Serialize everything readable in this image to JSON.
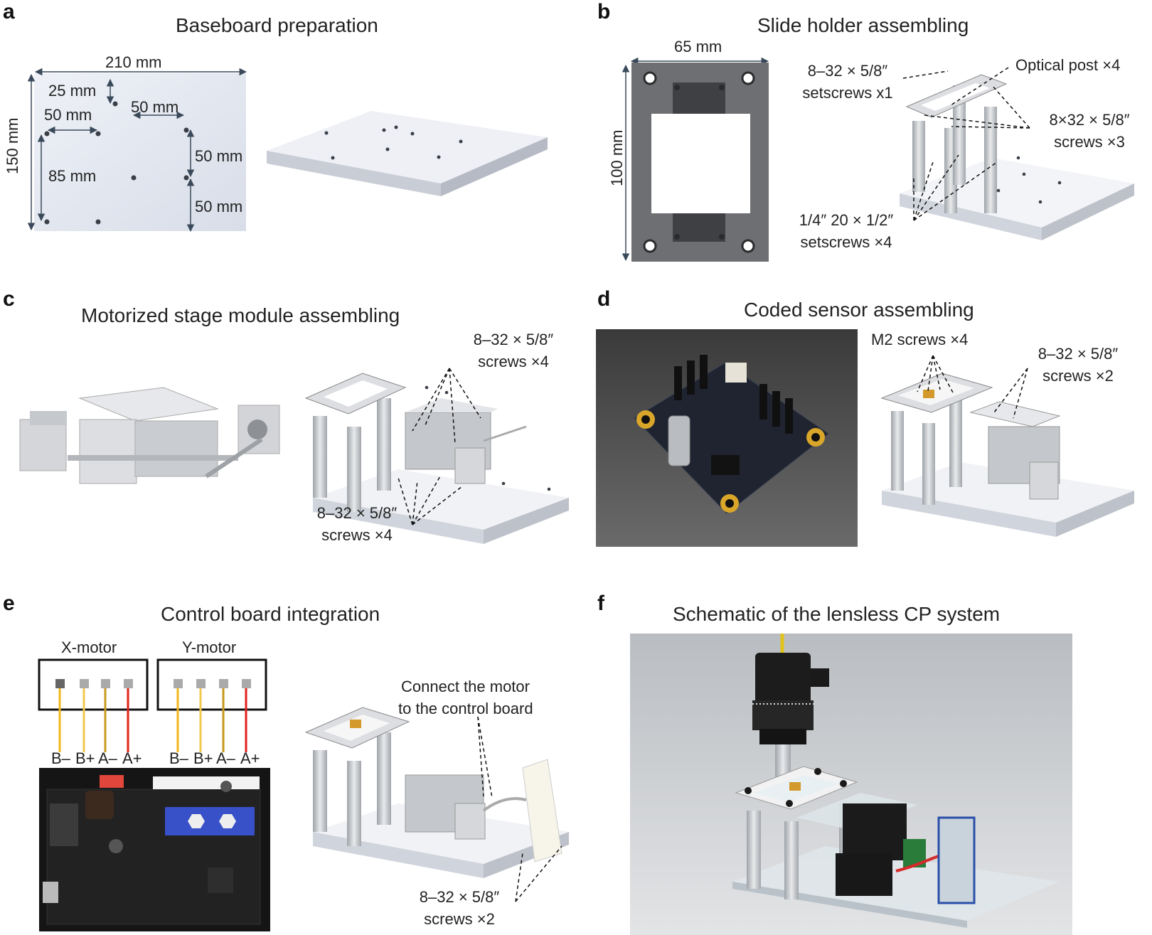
{
  "panels": {
    "a": {
      "letter": "a",
      "title": "Baseboard preparation",
      "dims": {
        "width": "210 mm",
        "height": "150 mm",
        "d25": "25 mm",
        "d50a": "50 mm",
        "d50b": "50 mm",
        "d85": "85 mm",
        "d50c": "50 mm",
        "d50d": "50 mm"
      }
    },
    "b": {
      "letter": "b",
      "title": "Slide holder assembling",
      "dims": {
        "width": "65 mm",
        "height": "100 mm"
      },
      "labels": {
        "setscrew1_l1": "8–32 × 5/8″",
        "setscrew1_l2": "setscrews x1",
        "optical_post": "Optical post ×4",
        "screws3_l1": "8×32 × 5/8″",
        "screws3_l2": "screws ×3",
        "setscrew4_l1": "1/4″ 20 × 1/2″",
        "setscrew4_l2": "setscrews ×4"
      }
    },
    "c": {
      "letter": "c",
      "title": "Motorized stage module assembling",
      "labels": {
        "top_l1": "8–32 × 5/8″",
        "top_l2": "screws ×4",
        "bottom_l1": "8–32 × 5/8″",
        "bottom_l2": "screws ×4"
      }
    },
    "d": {
      "letter": "d",
      "title": "Coded sensor assembling",
      "labels": {
        "m2": "M2 screws ×4",
        "screws2_l1": "8–32 × 5/8″",
        "screws2_l2": "screws ×2"
      }
    },
    "e": {
      "letter": "e",
      "title": "Control board integration",
      "motors": [
        {
          "name": "X-motor",
          "pins": [
            "B–",
            "B+",
            "A–",
            "A+"
          ]
        },
        {
          "name": "Y-motor",
          "pins": [
            "B–",
            "B+",
            "A–",
            "A+"
          ]
        }
      ],
      "labels": {
        "connect_l1": "Connect the motor",
        "connect_l2": "to the control board",
        "screws2_l1": "8–32 × 5/8″",
        "screws2_l2": "screws ×2"
      },
      "colors": {
        "wire_b": "#f2b718",
        "wire_bp": "#f2c94c",
        "wire_a": "#c79a1e",
        "wire_ap": "#e0231b"
      }
    },
    "f": {
      "letter": "f",
      "title": "Schematic of the lensless CP system"
    }
  }
}
